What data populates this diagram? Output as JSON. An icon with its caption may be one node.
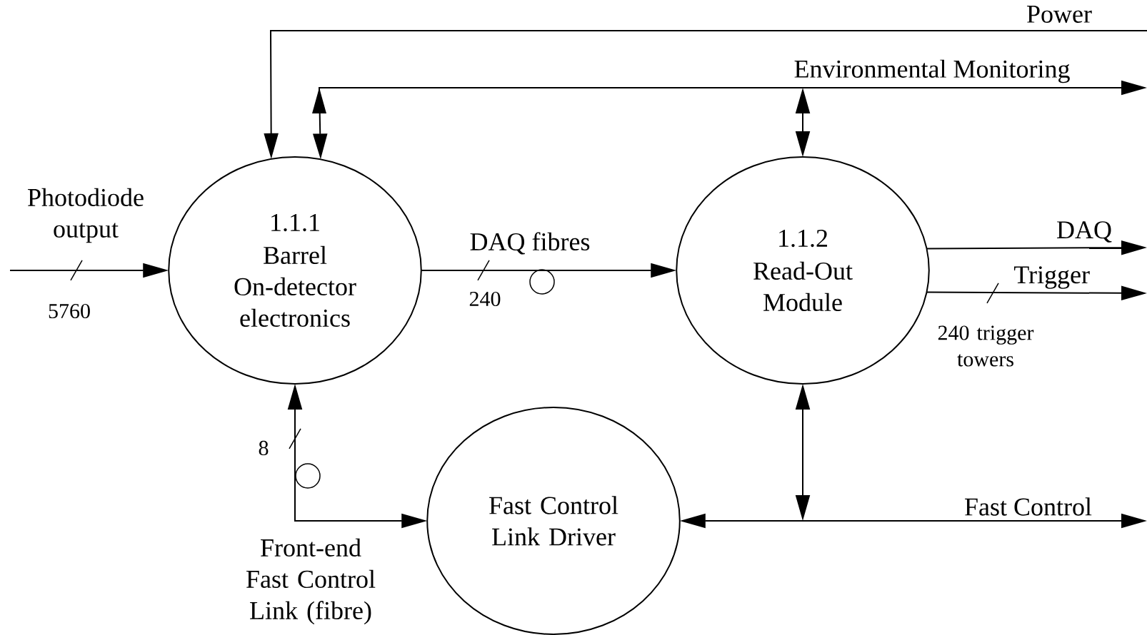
{
  "diagram": {
    "nodes": [
      {
        "text": [
          "1.1.1",
          "Barrel On-detector electronics"
        ]
      },
      {
        "text": [
          "1.1.2",
          "Read-Out Module"
        ]
      },
      {
        "text": [
          "Fast Control Link Driver"
        ]
      }
    ],
    "edges": [
      {
        "from": null,
        "to": 0,
        "arrow": "to",
        "label": "Power"
      },
      {
        "from": 0,
        "to": null,
        "arrow": "both",
        "label": "Environmental Monitoring"
      },
      {
        "from": 1,
        "to": null,
        "arrow": "both"
      },
      {
        "from": 0,
        "to": 1,
        "arrow": "to",
        "label": "DAQ fibres"
      },
      {
        "from": 1,
        "to": null,
        "arrow": "to",
        "label": "DAQ"
      },
      {
        "from": 1,
        "to": null,
        "arrow": "to",
        "label": "Trigger"
      },
      {
        "from": null,
        "to": 0,
        "arrow": "to",
        "label": "Photodiode output"
      },
      {
        "from": 1,
        "to": null,
        "arrow": "both"
      },
      {
        "from": 2,
        "to": null,
        "arrow": "both",
        "label": "Fast Control"
      },
      {
        "from": 0,
        "to": 2,
        "arrow": "both",
        "label": "Front-end Fast Control Link (fibre)"
      }
    ],
    "labels": [
      "5760",
      "240",
      "240 trigger towers",
      "8"
    ]
  }
}
